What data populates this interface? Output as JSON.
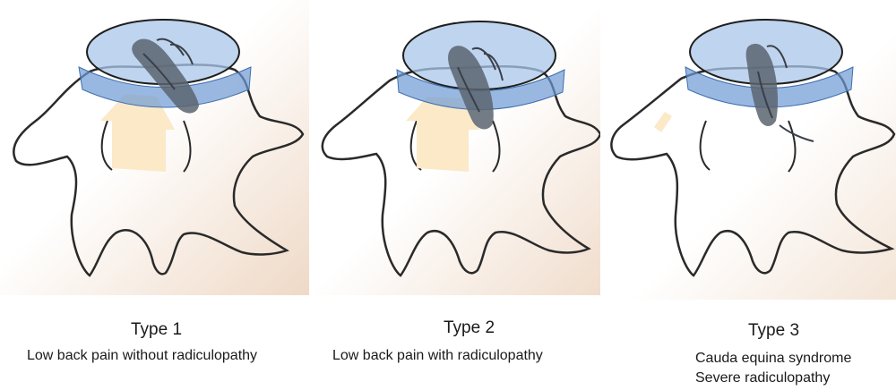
{
  "panels": [
    {
      "type_label": "Type 1",
      "description_lines": [
        "Low back pain without radiculopathy"
      ]
    },
    {
      "type_label": "Type 2",
      "description_lines": [
        "Low back pain with radiculopathy"
      ]
    },
    {
      "type_label": "Type 3",
      "description_lines": [
        "Cauda equina syndrome",
        "Severe radiculopathy"
      ]
    }
  ],
  "colors": {
    "disc_fill": "#a9c6e8",
    "disc_stroke": "#1e1e1e",
    "band_fill": "#6e9ad4",
    "endoscope": "#5a6470",
    "herniation": "#fbe9c8",
    "outline": "#2a2a2a",
    "background_tint": "#f3e4d6"
  }
}
